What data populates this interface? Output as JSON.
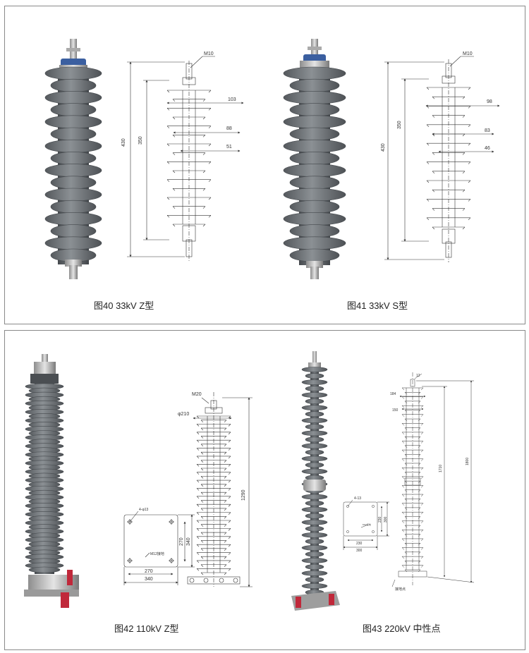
{
  "figures": {
    "fig40": {
      "caption": "图40 33kV Z型",
      "dims": {
        "bolt": "M10",
        "total": "430",
        "body": "350",
        "d1": "103",
        "d2": "88",
        "d3": "51"
      }
    },
    "fig41": {
      "caption": "图41 33kV S型",
      "dims": {
        "bolt": "M10",
        "total": "430",
        "body": "350",
        "d1": "98",
        "d2": "83",
        "d3": "46"
      }
    },
    "fig42": {
      "caption": "图42  110kV Z型",
      "dims": {
        "bolt": "M20",
        "diameter": "φ210",
        "total": "1290",
        "holes": "4-φ13",
        "base_w1": "270",
        "base_w2": "340",
        "base_h1": "270",
        "base_h2": "340",
        "ground": "M12接地"
      }
    },
    "fig43": {
      "caption": "图43  220kV 中性点",
      "dims": {
        "top": "12",
        "d1": "184",
        "d2": "150",
        "h1": "1710",
        "total": "1800",
        "holes": "4-13",
        "base_w1": "230",
        "base_w2": "300",
        "base_h1": "230",
        "base_h2": "300",
        "ground": "接地点",
        "plate_label": "M12接地"
      }
    }
  },
  "colors": {
    "insulator_gray": "#6f7377",
    "drawing_line": "#333333",
    "flange_blue": "#3b5fa0",
    "terminal_red": "#c0283a"
  }
}
